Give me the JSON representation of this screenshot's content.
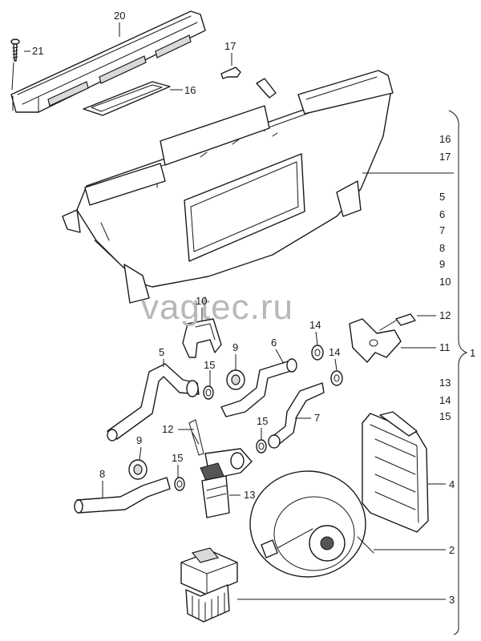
{
  "watermark": "vagtec.ru",
  "callouts": {
    "c20": "20",
    "c21": "21",
    "c17": "17",
    "c16": "16",
    "c10": "10",
    "c5": "5",
    "c9a": "9",
    "c15a": "15",
    "c6": "6",
    "c14a": "14",
    "c14b": "14",
    "c12a": "12",
    "c11": "11",
    "c12b": "12",
    "c7": "7",
    "c15b": "15",
    "c9b": "9",
    "c15c": "15",
    "c8": "8",
    "c13": "13",
    "c4": "4",
    "c2": "2",
    "c3": "3"
  },
  "bracket_group": {
    "label": "1",
    "items": [
      "16",
      "17",
      "5",
      "6",
      "7",
      "8",
      "9",
      "10",
      "12",
      "11",
      "13",
      "14",
      "15"
    ]
  },
  "colors": {
    "line": "#1a1a1a",
    "watermark": "#b8b8b8",
    "background": "#ffffff"
  }
}
